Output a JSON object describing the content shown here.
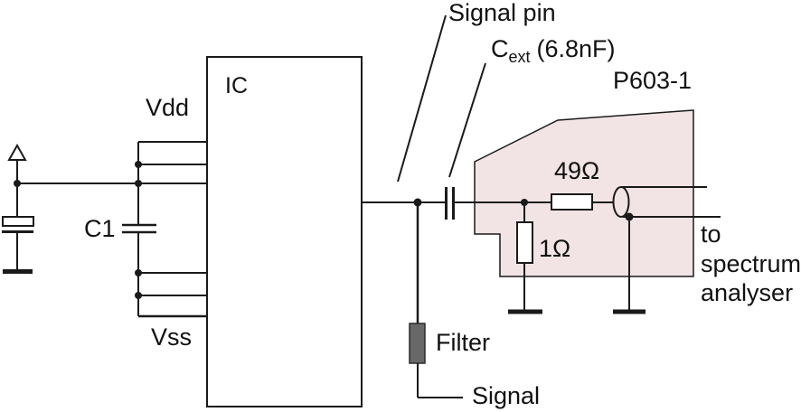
{
  "diagram": {
    "title_none": "",
    "labels": {
      "signal_pin": "Signal pin",
      "cext_symbol": "C",
      "cext_subscript": "ext",
      "cext_value": "(6.8nF)",
      "probe_model": "P603-1",
      "series_resistor_value": "49Ω",
      "shunt_resistor_value": "1Ω",
      "ic": "IC",
      "vdd": "Vdd",
      "vss": "Vss",
      "decoupling_capacitor": "C1",
      "filter": "Filter",
      "signal": "Signal",
      "destination_lines": [
        "to",
        "spectrum",
        "analyser"
      ]
    },
    "colors": {
      "probe_fill": "#f2e4e4",
      "filter_fill": "#686868",
      "line": "#1a1a1a",
      "background": "#ffffff"
    }
  }
}
